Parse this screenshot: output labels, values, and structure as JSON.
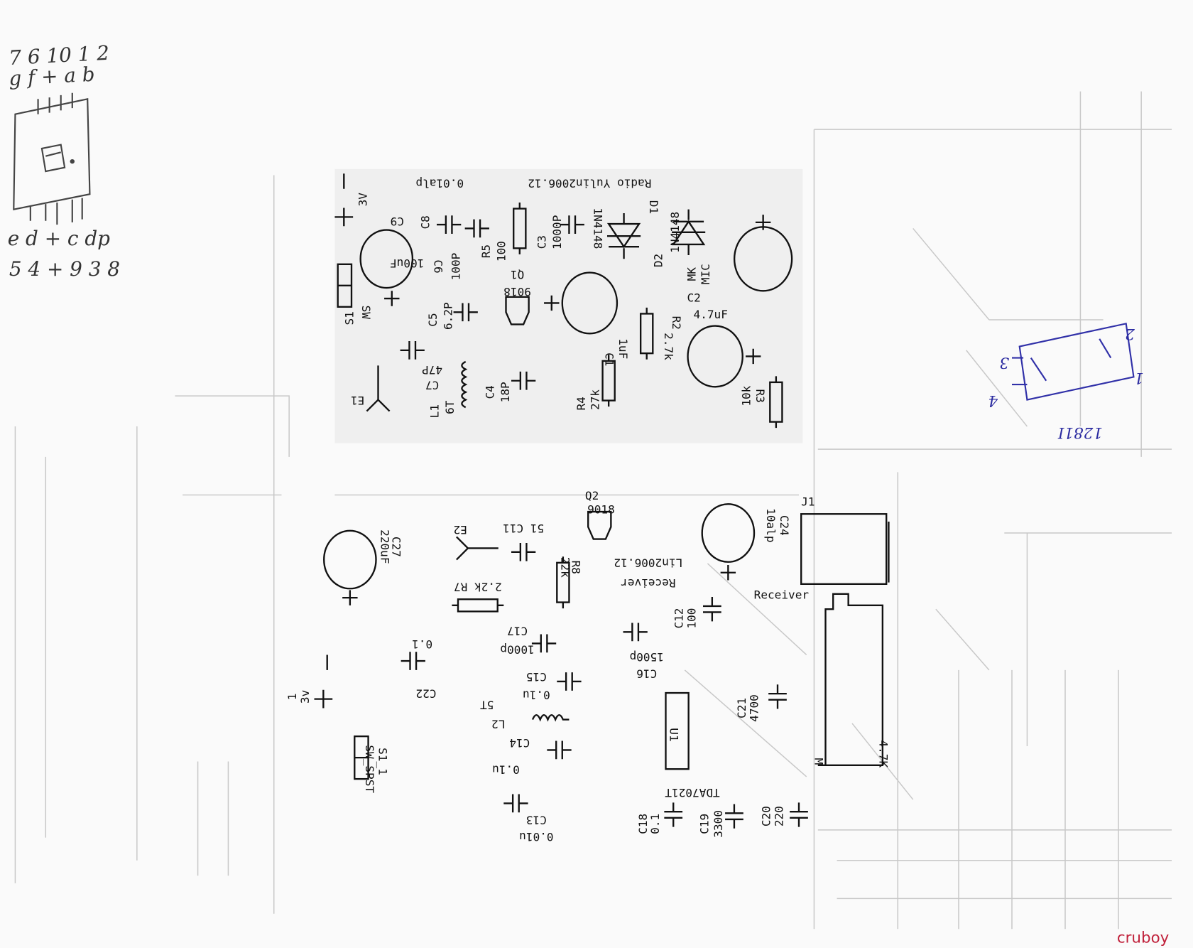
{
  "title": "Radio / Receiver PCB silkscreen drawing",
  "top_board": {
    "name": "Radio Yulin2006.12",
    "labels": [
      "Radio Yulin2006.12",
      "0.01alp",
      "3V",
      "C9",
      "C8",
      "100uF",
      "C6",
      "100P",
      "R5",
      "100",
      "C3",
      "1000P",
      "1N4148",
      "D1",
      "D2",
      "1N4148",
      "Q1",
      "9018",
      "S1",
      "SW",
      "C5",
      "6.2P",
      "MK",
      "MIC",
      "C2",
      "R2",
      "4.7uF",
      "1uF",
      "C1",
      "2.7k",
      "C7",
      "47P",
      "E1",
      "L1",
      "6T",
      "C4",
      "18P",
      "R4",
      "27k",
      "R3",
      "10k",
      "−",
      "+"
    ]
  },
  "bottom_board": {
    "name": "Receiver Lin2006.12",
    "labels": [
      "J1",
      "C24",
      "10alp",
      "Q2",
      "9018",
      "C27",
      "220uF",
      "E2",
      "51 C11",
      "R8",
      "22k",
      "Receiver",
      "Lin2006.12",
      "Receiver",
      "2.2k R7",
      "C12",
      "100",
      "0.1",
      "C17",
      "1000p",
      "C16",
      "1500p",
      "C22",
      "C15",
      "0.1u",
      "L2",
      "5T",
      "U1",
      "C21",
      "4700",
      "S1_1",
      "SW_SPST",
      "C14",
      "0.1u",
      "TDA7021T",
      "C13",
      "0.01u",
      "C18",
      "0.1",
      "C19",
      "3300",
      "C20",
      "220",
      "4.7K",
      "M",
      "−",
      "+",
      "1",
      "3v"
    ]
  },
  "handwritten_left": [
    "7 6 10 1 2",
    "g f + a b",
    "e d + c dp",
    "5 4 + 9 3 8"
  ],
  "handwritten_right": [
    "2",
    "1",
    "4",
    "3",
    "1281I"
  ],
  "watermark": "cruboy",
  "colors": {
    "ink": "#111111",
    "pen": "#3030a8",
    "watermark": "#c0203a",
    "paper": "#fafafa"
  }
}
